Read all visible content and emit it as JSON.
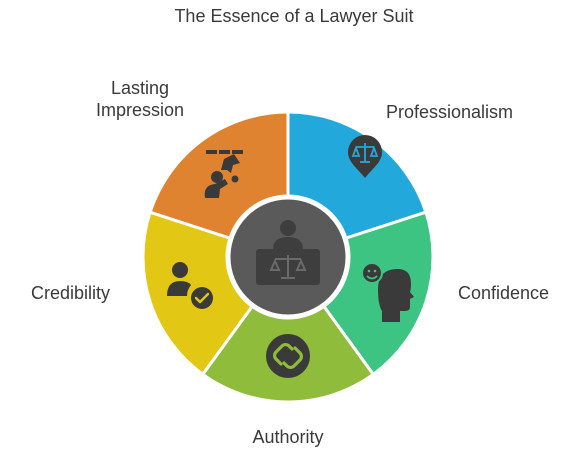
{
  "title": "The Essence of a Lawyer Suit",
  "center": {
    "icon": "lawyer-at-podium-icon",
    "color": "#5a5a5a"
  },
  "segments": [
    {
      "label_lines": [
        "Professionalism"
      ],
      "icon": "scales-pin-icon",
      "color": "#23a8db"
    },
    {
      "label_lines": [
        "Confidence"
      ],
      "icon": "smiling-head-icon",
      "color": "#3ec482"
    },
    {
      "label_lines": [
        "Authority"
      ],
      "icon": "interlinked-chain-icon",
      "color": "#8fbc3b"
    },
    {
      "label_lines": [
        "Credibility"
      ],
      "icon": "user-check-icon",
      "color": "#e2c714"
    },
    {
      "label_lines": [
        "Lasting",
        "Impression"
      ],
      "icon": "person-shouting-icon",
      "color": "#e08331"
    }
  ]
}
